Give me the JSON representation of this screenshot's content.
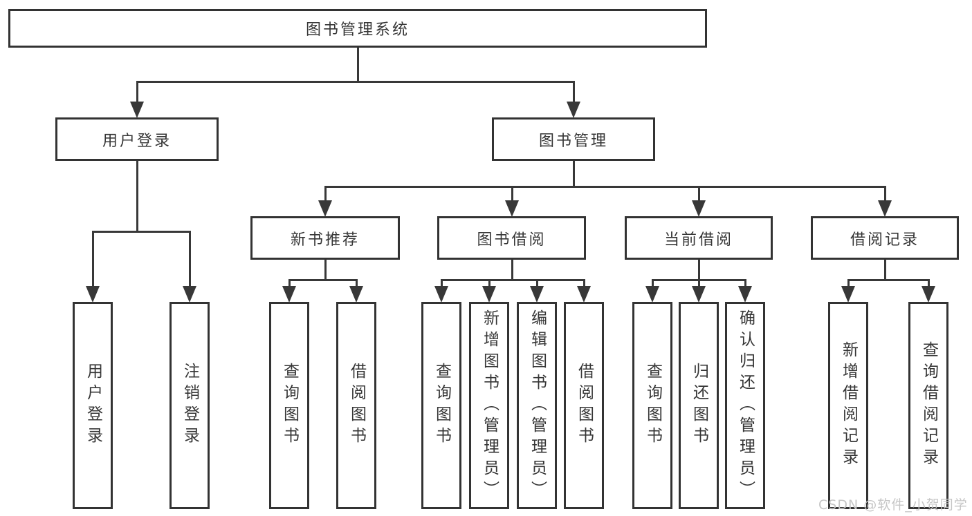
{
  "diagram": {
    "root": {
      "label": "图书管理系统"
    },
    "branches": [
      {
        "label": "用户登录",
        "children": [
          "用户登录",
          "注销登录"
        ]
      },
      {
        "label": "图书管理",
        "children": [
          {
            "label": "新书推荐",
            "children": [
              "查询图书",
              "借阅图书"
            ]
          },
          {
            "label": "图书借阅",
            "children": [
              "查询图书",
              "新增图书（管理员）",
              "编辑图书（管理员）",
              "借阅图书"
            ]
          },
          {
            "label": "当前借阅",
            "children": [
              "查询图书",
              "归还图书",
              "确认归还（管理员）"
            ]
          },
          {
            "label": "借阅记录",
            "children": [
              "新增借阅记录",
              "查询借阅记录"
            ]
          }
        ]
      }
    ],
    "watermark": {
      "text": "CSDN @软件_小贺同学"
    },
    "colors": {
      "line": "#383838",
      "border": "#333333",
      "text": "#363636",
      "watermark": "#c6c6c6",
      "background": "#ffffff"
    }
  }
}
